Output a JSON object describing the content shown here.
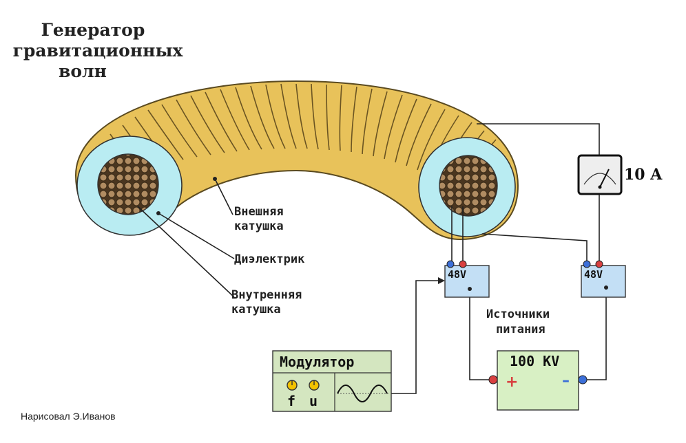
{
  "title_lines": [
    "Генератор",
    "гравитационных",
    "волн"
  ],
  "labels": {
    "outer_coil": [
      "Внешняя",
      "катушка"
    ],
    "dielectric": "Диэлектрик",
    "inner_coil": [
      "Внутренняя",
      "катушка"
    ],
    "power_sources": [
      "Источники",
      "питания"
    ]
  },
  "ammeter_reading": "10 A",
  "battery_left_label": "48V",
  "battery_right_label": "48V",
  "hv_source": {
    "label": "100 KV",
    "plus": "+",
    "minus": "–"
  },
  "modulator": {
    "label": "Модулятор",
    "knob_f": "f",
    "knob_u": "u"
  },
  "credit": "Нарисовал Э.Иванов",
  "colors": {
    "coil_yellow": "#e8c25a",
    "coil_stripe": "#5a4a20",
    "dielectric": "#b9ecf2",
    "core_brown": "#a88660",
    "box_blue": "#c3dff5",
    "hv_green": "#d8f0c4",
    "modulator_green": "#d4e6c0",
    "terminal_red": "#d84040",
    "terminal_blue": "#3c6fd8"
  }
}
